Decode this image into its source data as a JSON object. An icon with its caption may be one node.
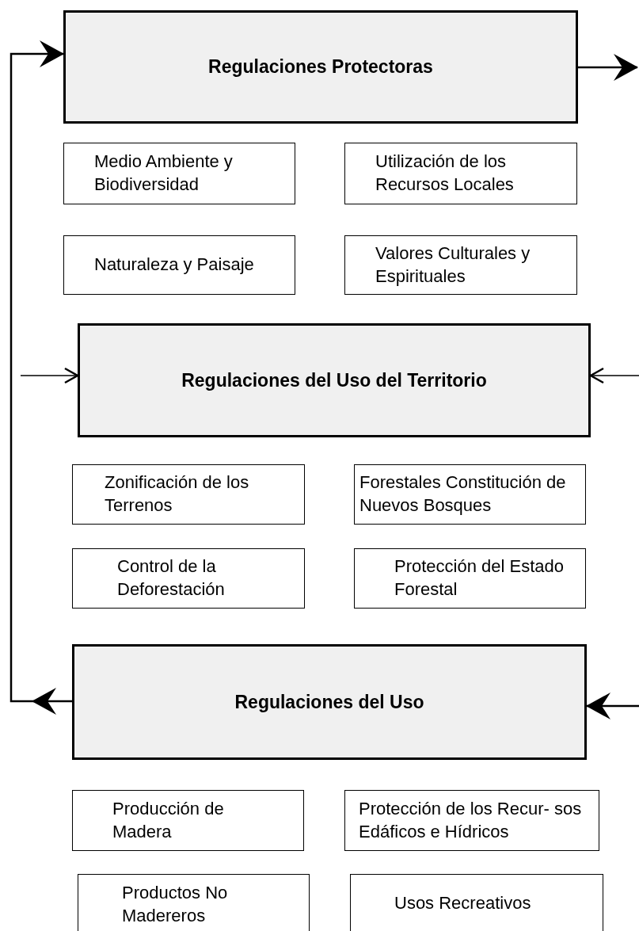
{
  "diagram": {
    "nodes": [
      {
        "text": [
          "Regulaciones Protectoras"
        ]
      },
      {
        "text": [
          "Medio Ambiente y Biodiversidad"
        ]
      },
      {
        "text": [
          "Utilización de los Recursos Locales"
        ]
      },
      {
        "text": [
          "Naturaleza y Paisaje"
        ]
      },
      {
        "text": [
          "Valores Culturales y Espirituales"
        ]
      },
      {
        "text": [
          "Regulaciones del Uso del Territorio"
        ]
      },
      {
        "text": [
          "Zonificación de los Terrenos"
        ]
      },
      {
        "text": [
          "Forestales Constitución de Nuevos Bosques"
        ]
      },
      {
        "text": [
          "Control de la Deforestación"
        ]
      },
      {
        "text": [
          "Protección del Estado Forestal"
        ]
      },
      {
        "text": [
          "Regulaciones del Uso"
        ]
      },
      {
        "text": [
          "Producción de Madera"
        ]
      },
      {
        "text": [
          "Protección de los Recur- sos Edáficos e Hídricos"
        ]
      },
      {
        "text": [
          "Productos No Madereros"
        ]
      },
      {
        "text": [
          "Usos Recreativos"
        ]
      }
    ],
    "edges": [
      {
        "from": 10,
        "to": 0,
        "arrow": "to"
      },
      {
        "from": 0,
        "to": null,
        "arrow": "to"
      },
      {
        "from": null,
        "to": 5,
        "arrow": "to"
      },
      {
        "from": null,
        "to": 5,
        "arrow": "to"
      },
      {
        "from": null,
        "to": 10,
        "arrow": "to"
      }
    ]
  }
}
